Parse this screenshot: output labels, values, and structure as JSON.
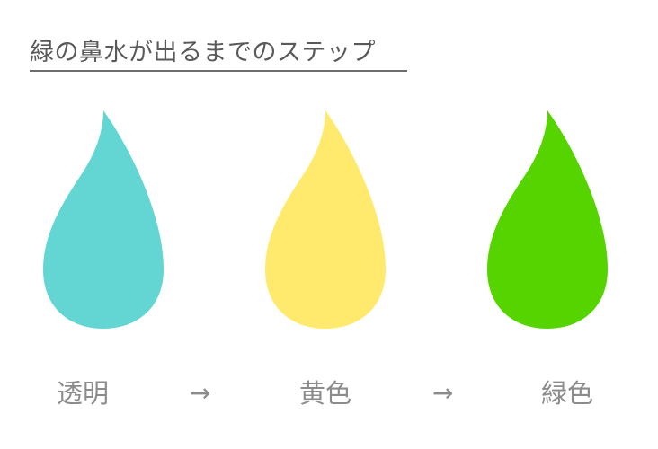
{
  "title": "緑の鼻水が出るまでのステップ",
  "steps": [
    {
      "label": "透明",
      "color": "#63d6d3",
      "icon": "water-drop-icon"
    },
    {
      "label": "黄色",
      "color": "#ffea6e",
      "icon": "water-drop-icon"
    },
    {
      "label": "緑色",
      "color": "#55d400",
      "icon": "water-drop-icon"
    }
  ],
  "arrows": [
    "→",
    "→"
  ]
}
